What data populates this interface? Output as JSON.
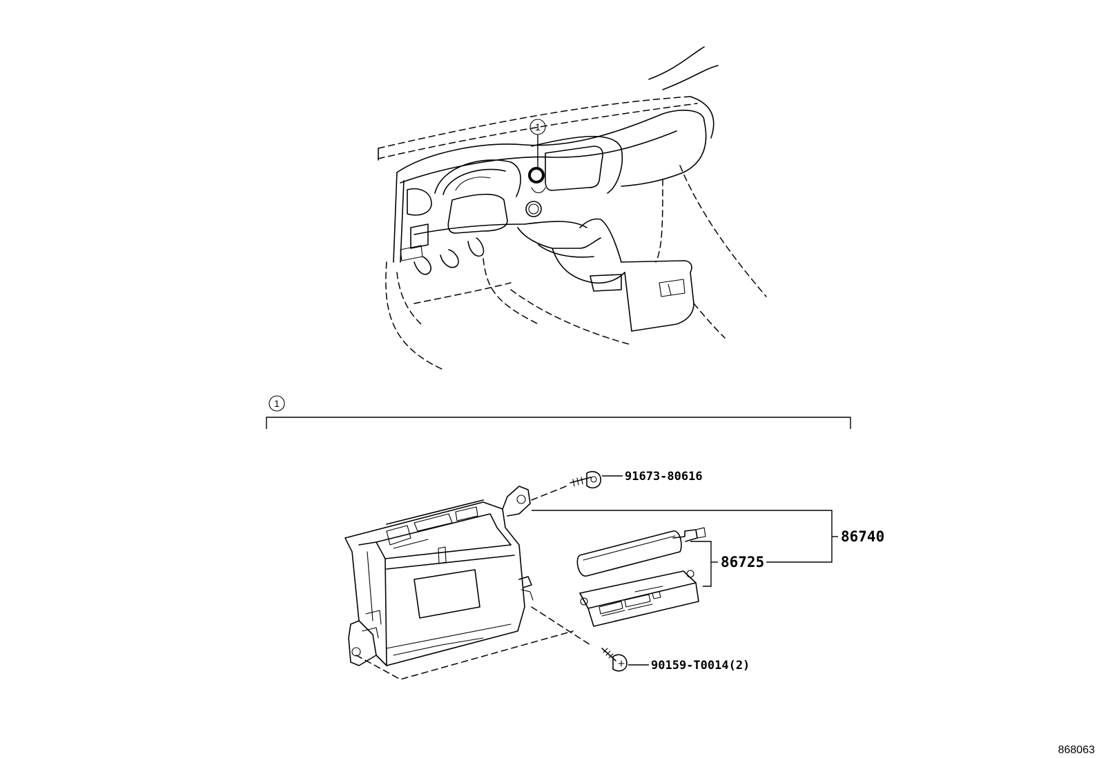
{
  "location_callout": {
    "number": "1"
  },
  "group_callout": {
    "number": "1"
  },
  "parts": {
    "screw_top": "91673-80616",
    "assembly": "86740",
    "receiver": "86725",
    "bolt_bottom": "90159-T0014(2)"
  },
  "diagram_ref": "868063"
}
